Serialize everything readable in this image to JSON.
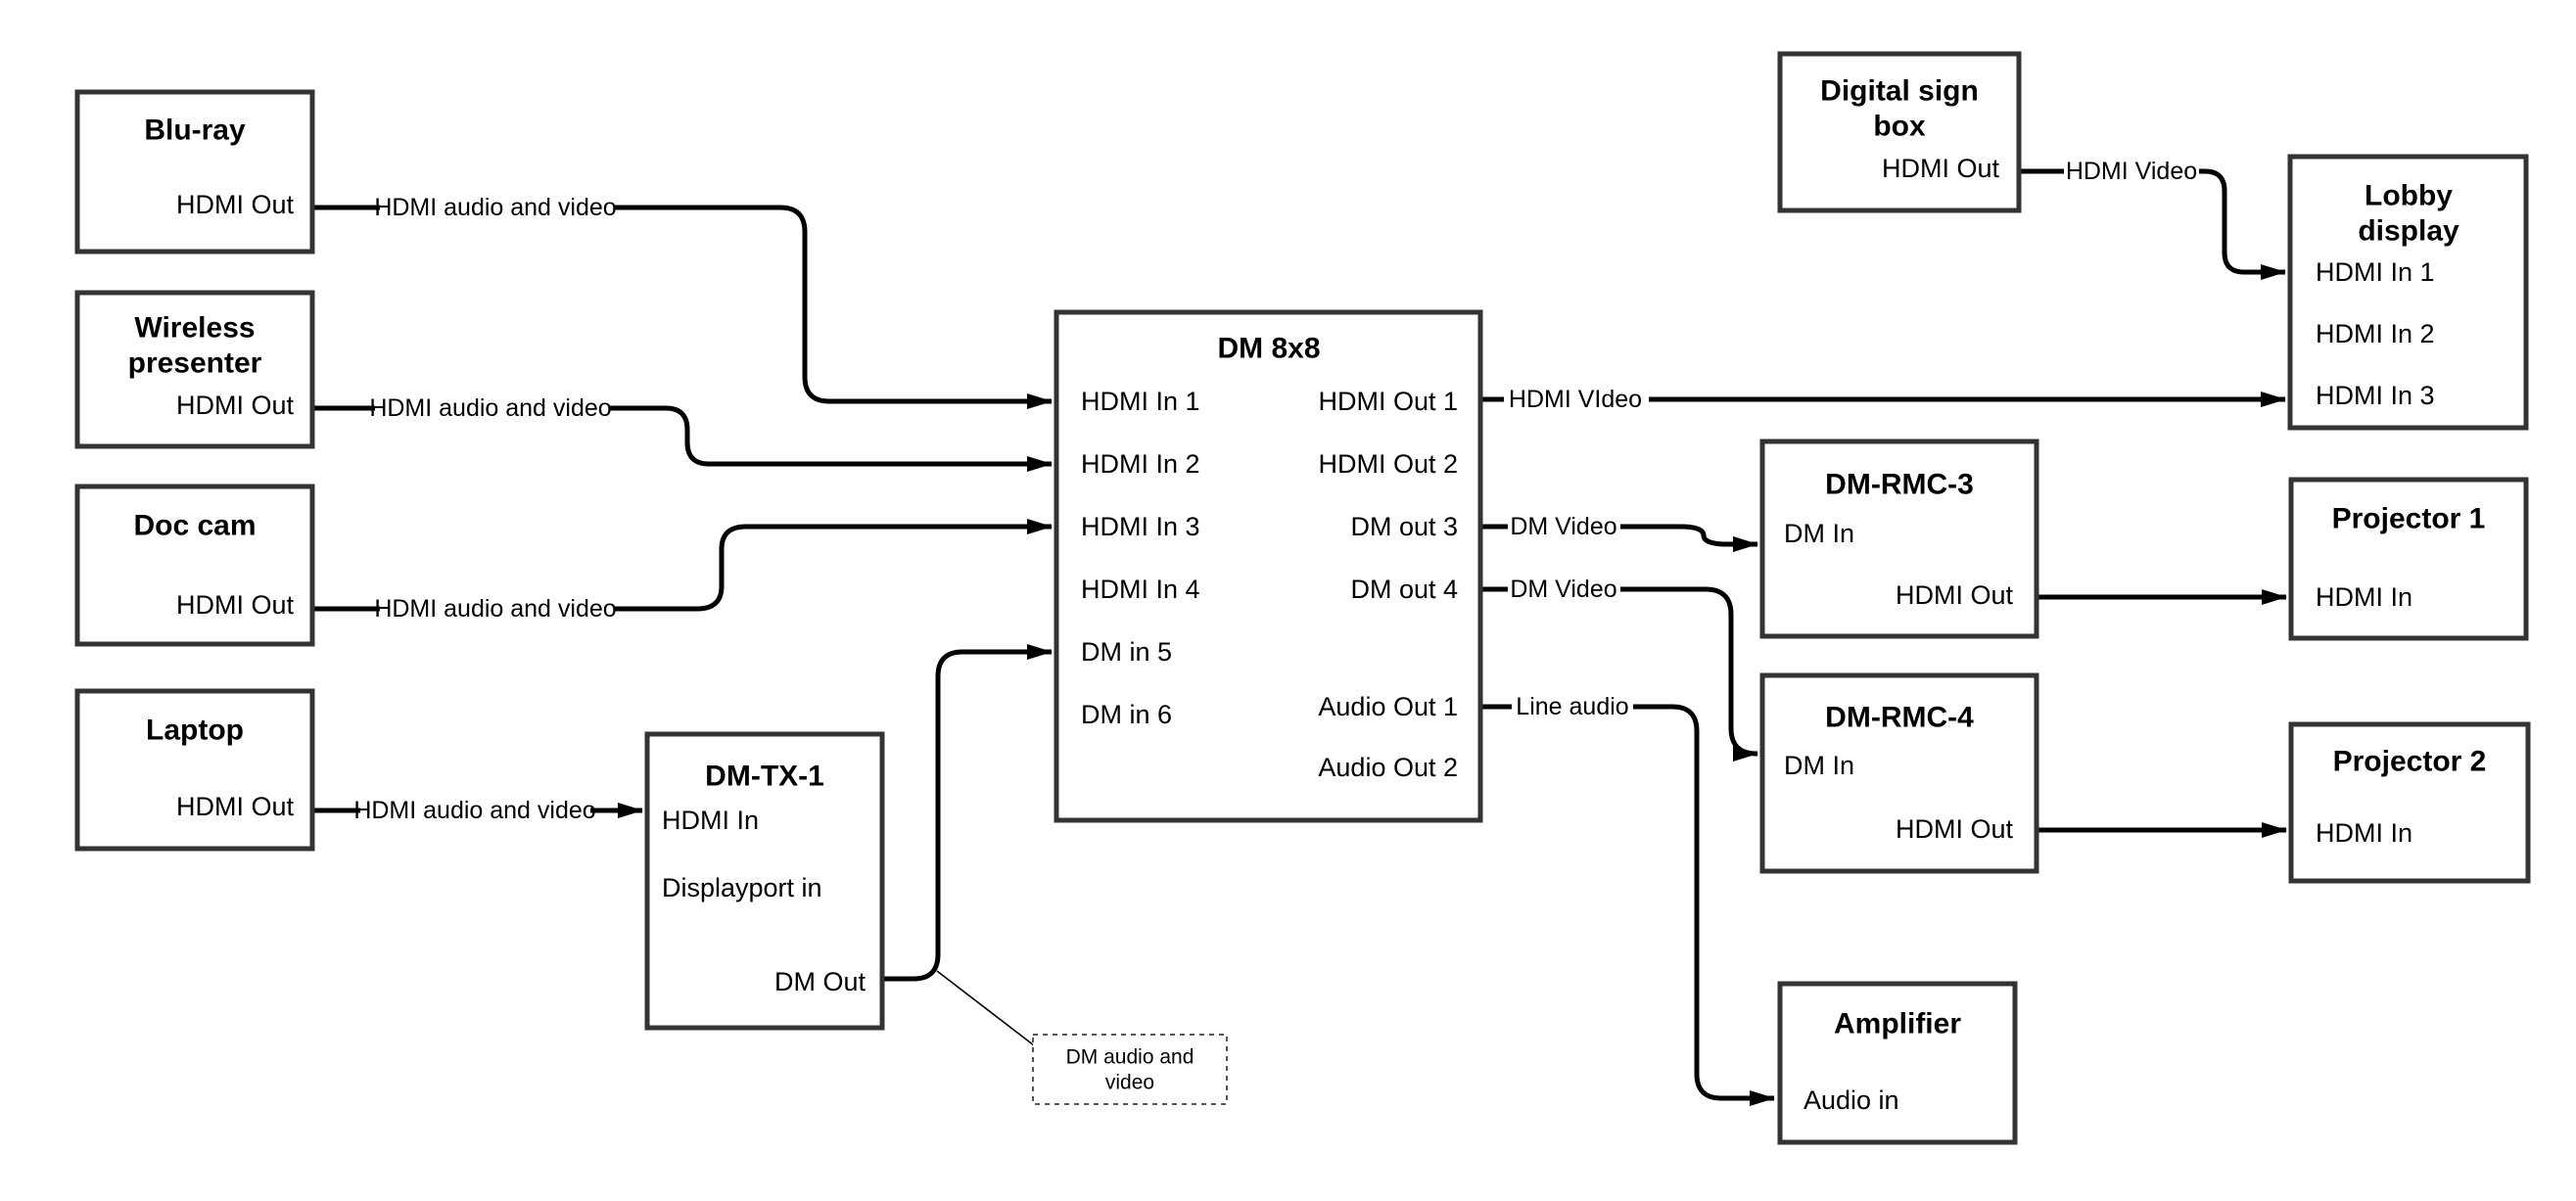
{
  "colors": {
    "background": "#ffffff",
    "wire": "#000000",
    "box_border": "#333333",
    "text": "#000000"
  },
  "nodes": {
    "bluray": {
      "title": "Blu-ray",
      "port_out": "HDMI Out"
    },
    "wireless_presenter": {
      "title_line1": "Wireless",
      "title_line2": "presenter",
      "port_out": "HDMI Out"
    },
    "doc_cam": {
      "title": "Doc cam",
      "port_out": "HDMI Out"
    },
    "laptop": {
      "title": "Laptop",
      "port_out": "HDMI Out"
    },
    "dm_tx_1": {
      "title": "DM-TX-1",
      "port_hdmi_in": "HDMI In",
      "port_displayport_in": "Displayport in",
      "port_dm_out": "DM Out"
    },
    "dm_8x8": {
      "title": "DM 8x8",
      "inputs": [
        "HDMI In 1",
        "HDMI In 2",
        "HDMI In 3",
        "HDMI In 4",
        "DM in 5",
        "DM in 6"
      ],
      "outputs": [
        "HDMI Out 1",
        "HDMI Out 2",
        "DM out 3",
        "DM out 4",
        "Audio Out 1",
        "Audio Out 2"
      ]
    },
    "digital_sign_box": {
      "title_line1": "Digital sign",
      "title_line2": "box",
      "port_out": "HDMI Out"
    },
    "lobby_display": {
      "title_line1": "Lobby",
      "title_line2": "display",
      "inputs": [
        "HDMI In 1",
        "HDMI In 2",
        "HDMI In 3"
      ]
    },
    "dm_rmc_3": {
      "title": "DM-RMC-3",
      "port_in": "DM In",
      "port_out": "HDMI Out"
    },
    "dm_rmc_4": {
      "title": "DM-RMC-4",
      "port_in": "DM In",
      "port_out": "HDMI Out"
    },
    "projector_1": {
      "title": "Projector 1",
      "port_in": "HDMI In"
    },
    "projector_2": {
      "title": "Projector 2",
      "port_in": "HDMI In"
    },
    "amplifier": {
      "title": "Amplifier",
      "port_in": "Audio in"
    }
  },
  "wire_labels": {
    "bluray": "HDMI audio and video",
    "wireless": "HDMI audio and video",
    "doc_cam": "HDMI audio and video",
    "laptop": "HDMI audio and video",
    "hdmi_out1": "HDMI VIdeo",
    "dm_out3": "DM Video",
    "dm_out4": "DM Video",
    "audio_out1": "Line audio",
    "digital_sign": "HDMI Video"
  },
  "callout": {
    "line1": "DM audio and",
    "line2": "video"
  }
}
